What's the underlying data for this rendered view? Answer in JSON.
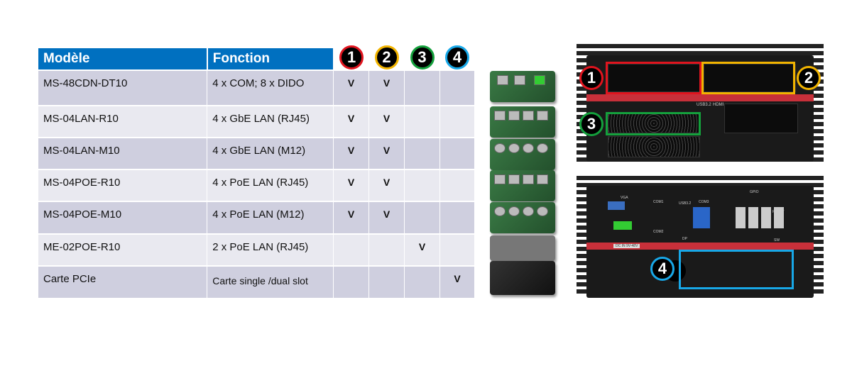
{
  "table": {
    "headers": [
      "Modèle",
      "Fonction"
    ],
    "slots": [
      {
        "n": "1",
        "color": "#e0141e"
      },
      {
        "n": "2",
        "color": "#f2b400"
      },
      {
        "n": "3",
        "color": "#14a03c"
      },
      {
        "n": "4",
        "color": "#18a8e8"
      }
    ],
    "rows": [
      {
        "model": "MS-48CDN-DT10",
        "function": "4 x COM; 8 x DIDO",
        "s1": "V",
        "s2": "V",
        "s3": "",
        "s4": ""
      },
      {
        "model": "MS-04LAN-R10",
        "function": "4 x GbE LAN (RJ45)",
        "s1": "V",
        "s2": "V",
        "s3": "",
        "s4": ""
      },
      {
        "model": "MS-04LAN-M10",
        "function": "4 x GbE LAN (M12)",
        "s1": "V",
        "s2": "V",
        "s3": "",
        "s4": ""
      },
      {
        "model": "MS-04POE-R10",
        "function": "4 x PoE LAN (RJ45)",
        "s1": "V",
        "s2": "V",
        "s3": "",
        "s4": ""
      },
      {
        "model": "MS-04POE-M10",
        "function": "4 x PoE LAN (M12)",
        "s1": "V",
        "s2": "V",
        "s3": "",
        "s4": ""
      },
      {
        "model": "ME-02POE-R10",
        "function": "2 x PoE LAN (RJ45)",
        "s1": "",
        "s2": "",
        "s3": "V",
        "s4": ""
      },
      {
        "model": "Carte PCIe",
        "function": "Carte single /dual slot",
        "s1": "",
        "s2": "",
        "s3": "",
        "s4": "V"
      }
    ]
  },
  "device": {
    "front_labels": [
      "USB3.2",
      "HDMI"
    ],
    "rear_labels": [
      "VGA",
      "COM1",
      "COM2",
      "COM3",
      "USB3.2",
      "DP",
      "GPIO",
      "RESET",
      "SW",
      "DC IN 9V-48V"
    ],
    "markers": [
      "1",
      "2",
      "3",
      "4"
    ]
  }
}
